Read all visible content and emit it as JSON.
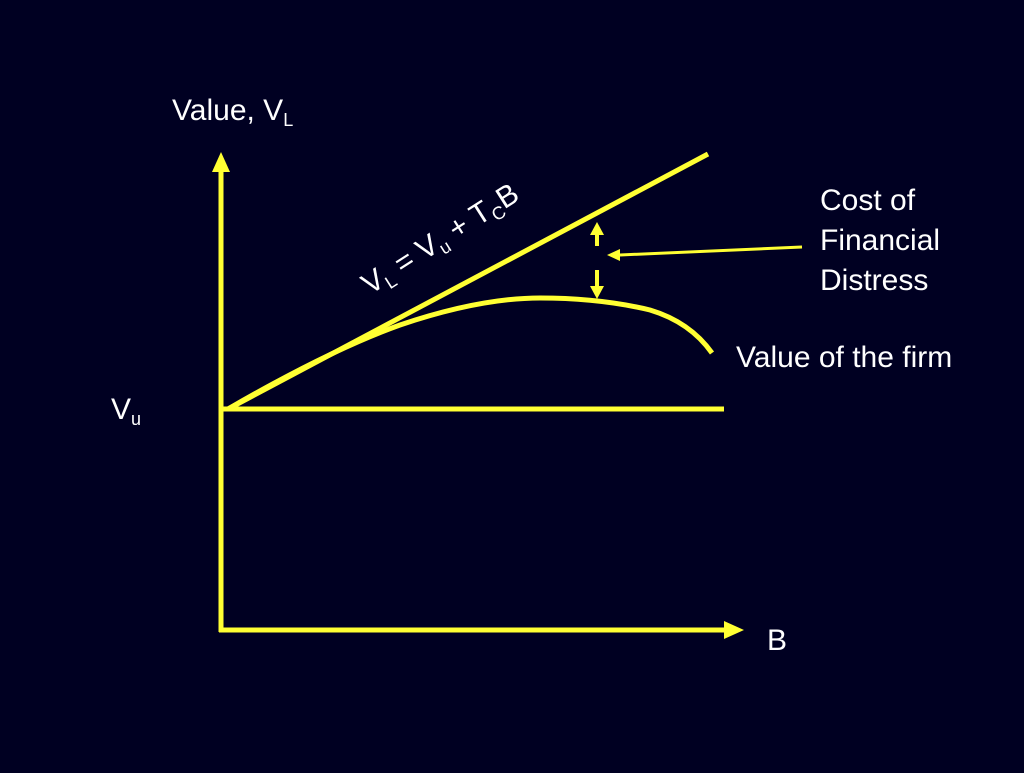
{
  "diagram": {
    "y_axis_label_main": "Value, V",
    "y_axis_label_sub": "L",
    "x_axis_label": "B",
    "vu_label_main": "V",
    "vu_label_sub": "u",
    "equation": {
      "p1": "V",
      "p1_sub": "L",
      "p2": " = V",
      "p2_sub": "u",
      "p3": " + T",
      "p3_sub": "C",
      "p4": "B"
    },
    "value_of_firm_label": "Value of the firm",
    "cost_label": [
      "Cost of",
      "Financial",
      "Distress"
    ],
    "colors": {
      "background": "#000022",
      "lines": "#ffff33",
      "text": "#ffffff"
    }
  }
}
